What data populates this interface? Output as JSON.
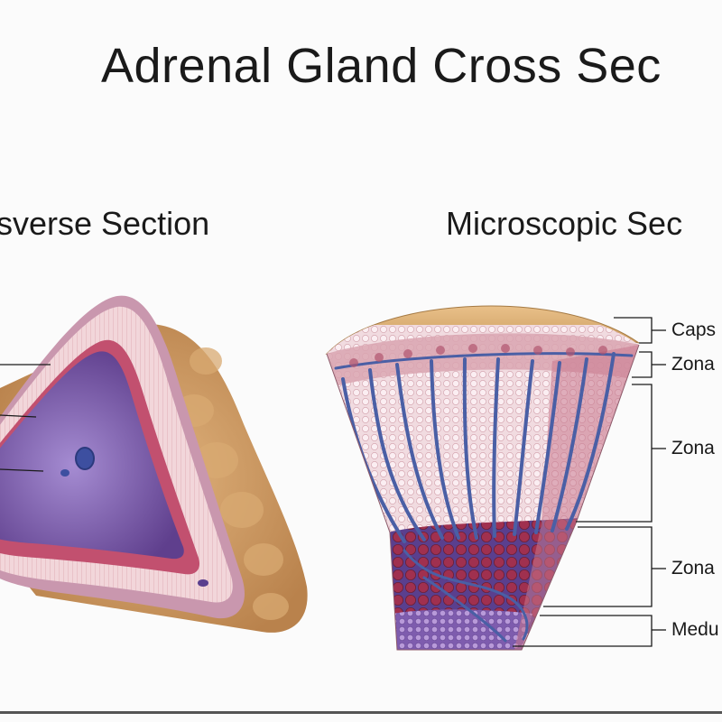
{
  "title": "Adrenal Gland Cross Sec",
  "sections": {
    "left": "sverse Section",
    "right": "Microscopic Sec"
  },
  "labels": [
    "Caps",
    "Zona",
    "Zona",
    "Zona",
    "Medu"
  ],
  "colors": {
    "capsule_fat": "#c8925a",
    "cortex_pink": "#e8c3c8",
    "medulla_purple": "#7d5ba8",
    "vessel_blue": "#4a5fa5",
    "cell_red": "#9a2b45"
  }
}
